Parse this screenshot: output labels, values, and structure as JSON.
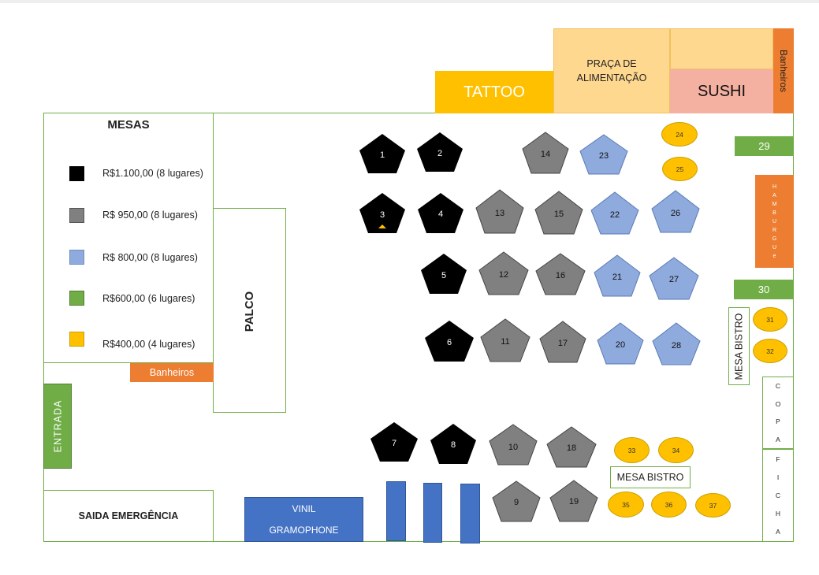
{
  "legend": {
    "title": "MESAS",
    "items": [
      {
        "label": "R$1.100,00 (8 lugares)",
        "color": "#000000"
      },
      {
        "label": "R$ 950,00 (8 lugares)",
        "color": "#808080"
      },
      {
        "label": "R$ 800,00 (8 lugares)",
        "color": "#8faadc"
      },
      {
        "label": "R$600,00 (6 lugares)",
        "color": "#70ad47"
      },
      {
        "label": "R$400,00 (4 lugares)",
        "color": "#ffc000"
      }
    ]
  },
  "areas": {
    "palco": "PALCO",
    "banheiros_left": "Banheiros",
    "entrada": "ENTRADA",
    "saida": "SAIDA EMERGÊNCIA",
    "tattoo": "TATTOO",
    "praca_line1": "PRAÇA DE",
    "praca_line2": "ALIMENTAÇÃO",
    "sushi": "SUSHI",
    "banheiros_top": "Banheiros",
    "hamburgue_letters": [
      "H",
      "A",
      "M",
      "B",
      "U",
      "R",
      "G",
      "U",
      "e"
    ],
    "mesa_bistro_v": "MESA BISTRO",
    "mesa_bistro_h": "MESA BISTRO",
    "copa_letters": [
      "C",
      "O",
      "P",
      "A"
    ],
    "ficha_letters": [
      "F",
      "I",
      "C",
      "H",
      "A"
    ],
    "vinil_line1": "VINIL",
    "vinil_line2": "GRAMOPHONE"
  },
  "tables": {
    "black": [
      "1",
      "2",
      "3",
      "4",
      "5",
      "6",
      "7",
      "8"
    ],
    "gray": [
      "9",
      "10",
      "11",
      "12",
      "13",
      "14",
      "15",
      "16",
      "17",
      "18",
      "19"
    ],
    "blue": [
      "20",
      "21",
      "22",
      "23",
      "26",
      "27",
      "28"
    ],
    "green": [
      "29",
      "30"
    ],
    "yellow": [
      "24",
      "25",
      "31",
      "32",
      "33",
      "34",
      "35",
      "36",
      "37"
    ]
  }
}
